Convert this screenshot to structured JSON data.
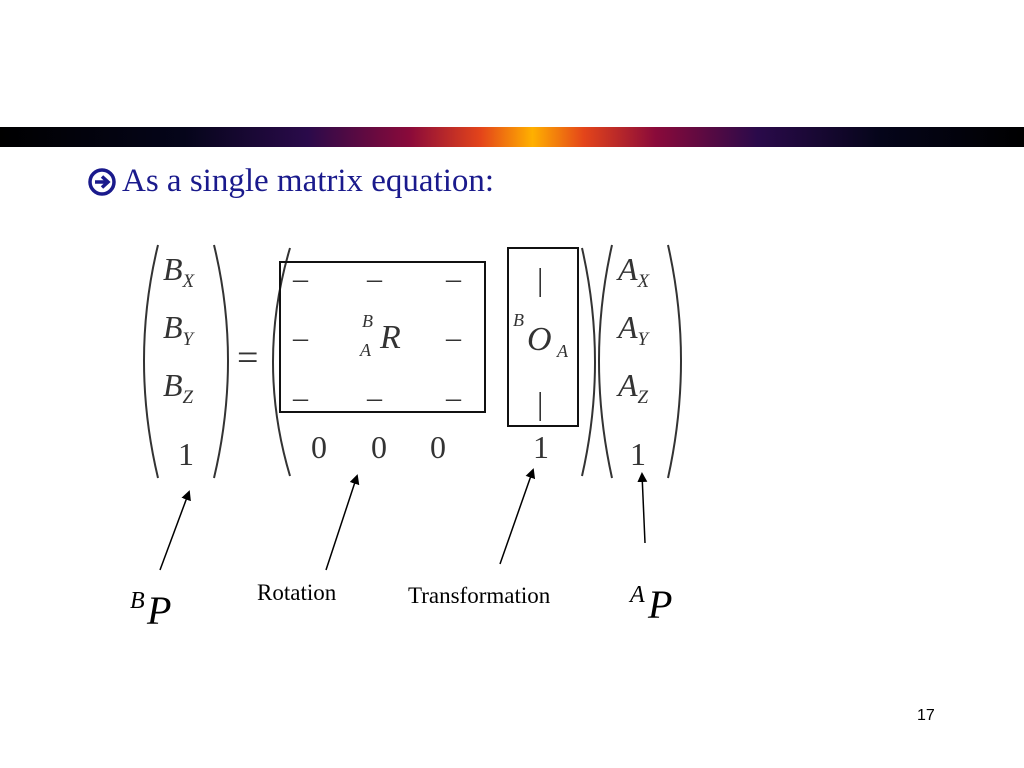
{
  "slide": {
    "bullet_text": "As a single matrix equation:",
    "page_number": "17"
  },
  "equation": {
    "lhs": [
      "B",
      "B",
      "B",
      "1"
    ],
    "lhs_sub": [
      "X",
      "Y",
      "Z"
    ],
    "equals": "=",
    "dash": "–",
    "bar": "|",
    "zero": "0",
    "one": "1",
    "rot_pre_sup": "B",
    "rot_pre_sub": "A",
    "rot_symbol": "R",
    "origin_pre_sup": "B",
    "origin_symbol": "O",
    "origin_sub": "A",
    "rhs": [
      "A",
      "A",
      "A",
      "1"
    ],
    "rhs_sub": [
      "X",
      "Y",
      "Z"
    ]
  },
  "annotations": {
    "bp_sup": "B",
    "bp_symbol": "P",
    "rotation_label": "Rotation",
    "transformation_label": "Transformation",
    "ap_sup": "A",
    "ap_symbol": "P"
  },
  "colors": {
    "bullet_text": "#1a1a8c",
    "equation_ink": "#333333"
  },
  "icons": [
    "arrow-circle-bullet-icon"
  ]
}
